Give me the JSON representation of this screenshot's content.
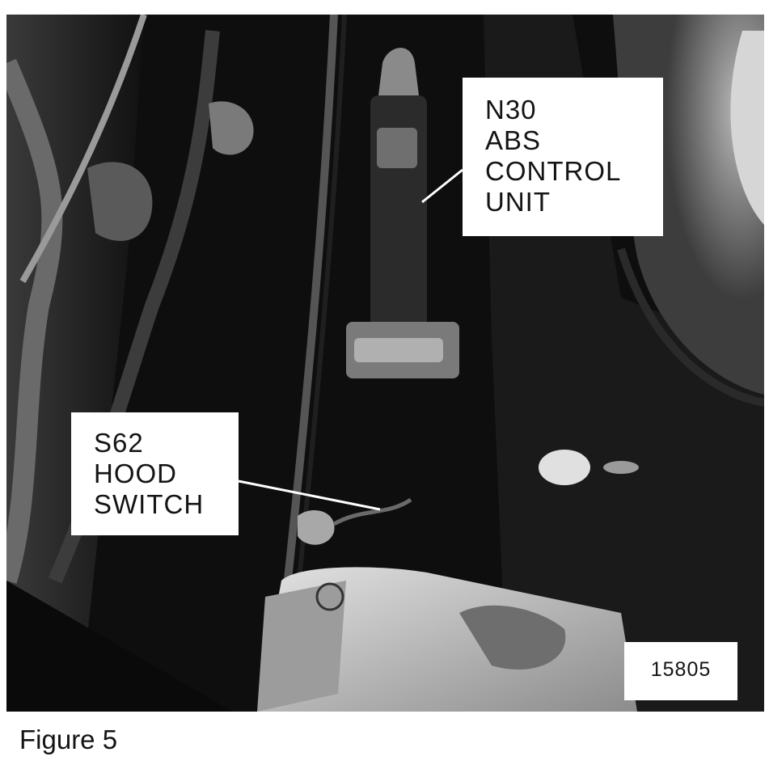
{
  "figure": {
    "caption": "Figure 5",
    "photo_number": "15805"
  },
  "callouts": {
    "abs_control_unit": {
      "lines": [
        "N30",
        "ABS",
        "CONTROL",
        "UNIT"
      ]
    },
    "hood_switch": {
      "lines": [
        "S62",
        "HOOD",
        "SWITCH"
      ]
    }
  },
  "colors": {
    "paper": "#ffffff",
    "ink": "#141414",
    "photo_dark": "#0c0c0c",
    "photo_mid": "#2a2a2a"
  }
}
